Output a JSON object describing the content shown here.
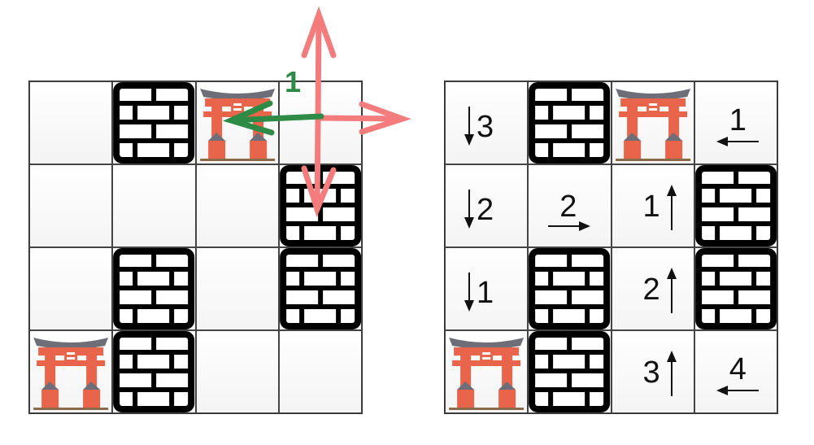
{
  "colors": {
    "wall": "#000000",
    "gate_red": "#e8644a",
    "gate_roof": "#6e6e78",
    "pink_arrow": "#f47c7c",
    "green_arrow": "#2e8b45"
  },
  "left_grid": {
    "cells": [
      [
        "empty",
        "wall",
        "gate",
        "empty"
      ],
      [
        "empty",
        "empty",
        "empty",
        "wall"
      ],
      [
        "empty",
        "wall",
        "empty",
        "wall"
      ],
      [
        "gate",
        "wall",
        "empty",
        "empty"
      ]
    ],
    "overlay": {
      "green_step_label": "1",
      "pink_arrows": [
        "up",
        "right",
        "down"
      ],
      "green_arrow": "left"
    }
  },
  "right_grid": {
    "cells": [
      [
        "empty",
        "wall",
        "gate",
        "empty"
      ],
      [
        "empty",
        "empty",
        "empty",
        "wall"
      ],
      [
        "empty",
        "wall",
        "empty",
        "wall"
      ],
      [
        "gate",
        "wall",
        "empty",
        "empty"
      ]
    ],
    "annotations": [
      {
        "row": 0,
        "col": 0,
        "num": "3",
        "dir": "down"
      },
      {
        "row": 0,
        "col": 3,
        "num": "1",
        "dir": "left"
      },
      {
        "row": 1,
        "col": 0,
        "num": "2",
        "dir": "down"
      },
      {
        "row": 1,
        "col": 1,
        "num": "2",
        "dir": "right"
      },
      {
        "row": 1,
        "col": 2,
        "num": "1",
        "dir": "up"
      },
      {
        "row": 2,
        "col": 0,
        "num": "1",
        "dir": "down"
      },
      {
        "row": 2,
        "col": 2,
        "num": "2",
        "dir": "up"
      },
      {
        "row": 3,
        "col": 2,
        "num": "3",
        "dir": "up"
      },
      {
        "row": 3,
        "col": 3,
        "num": "4",
        "dir": "left"
      }
    ]
  }
}
